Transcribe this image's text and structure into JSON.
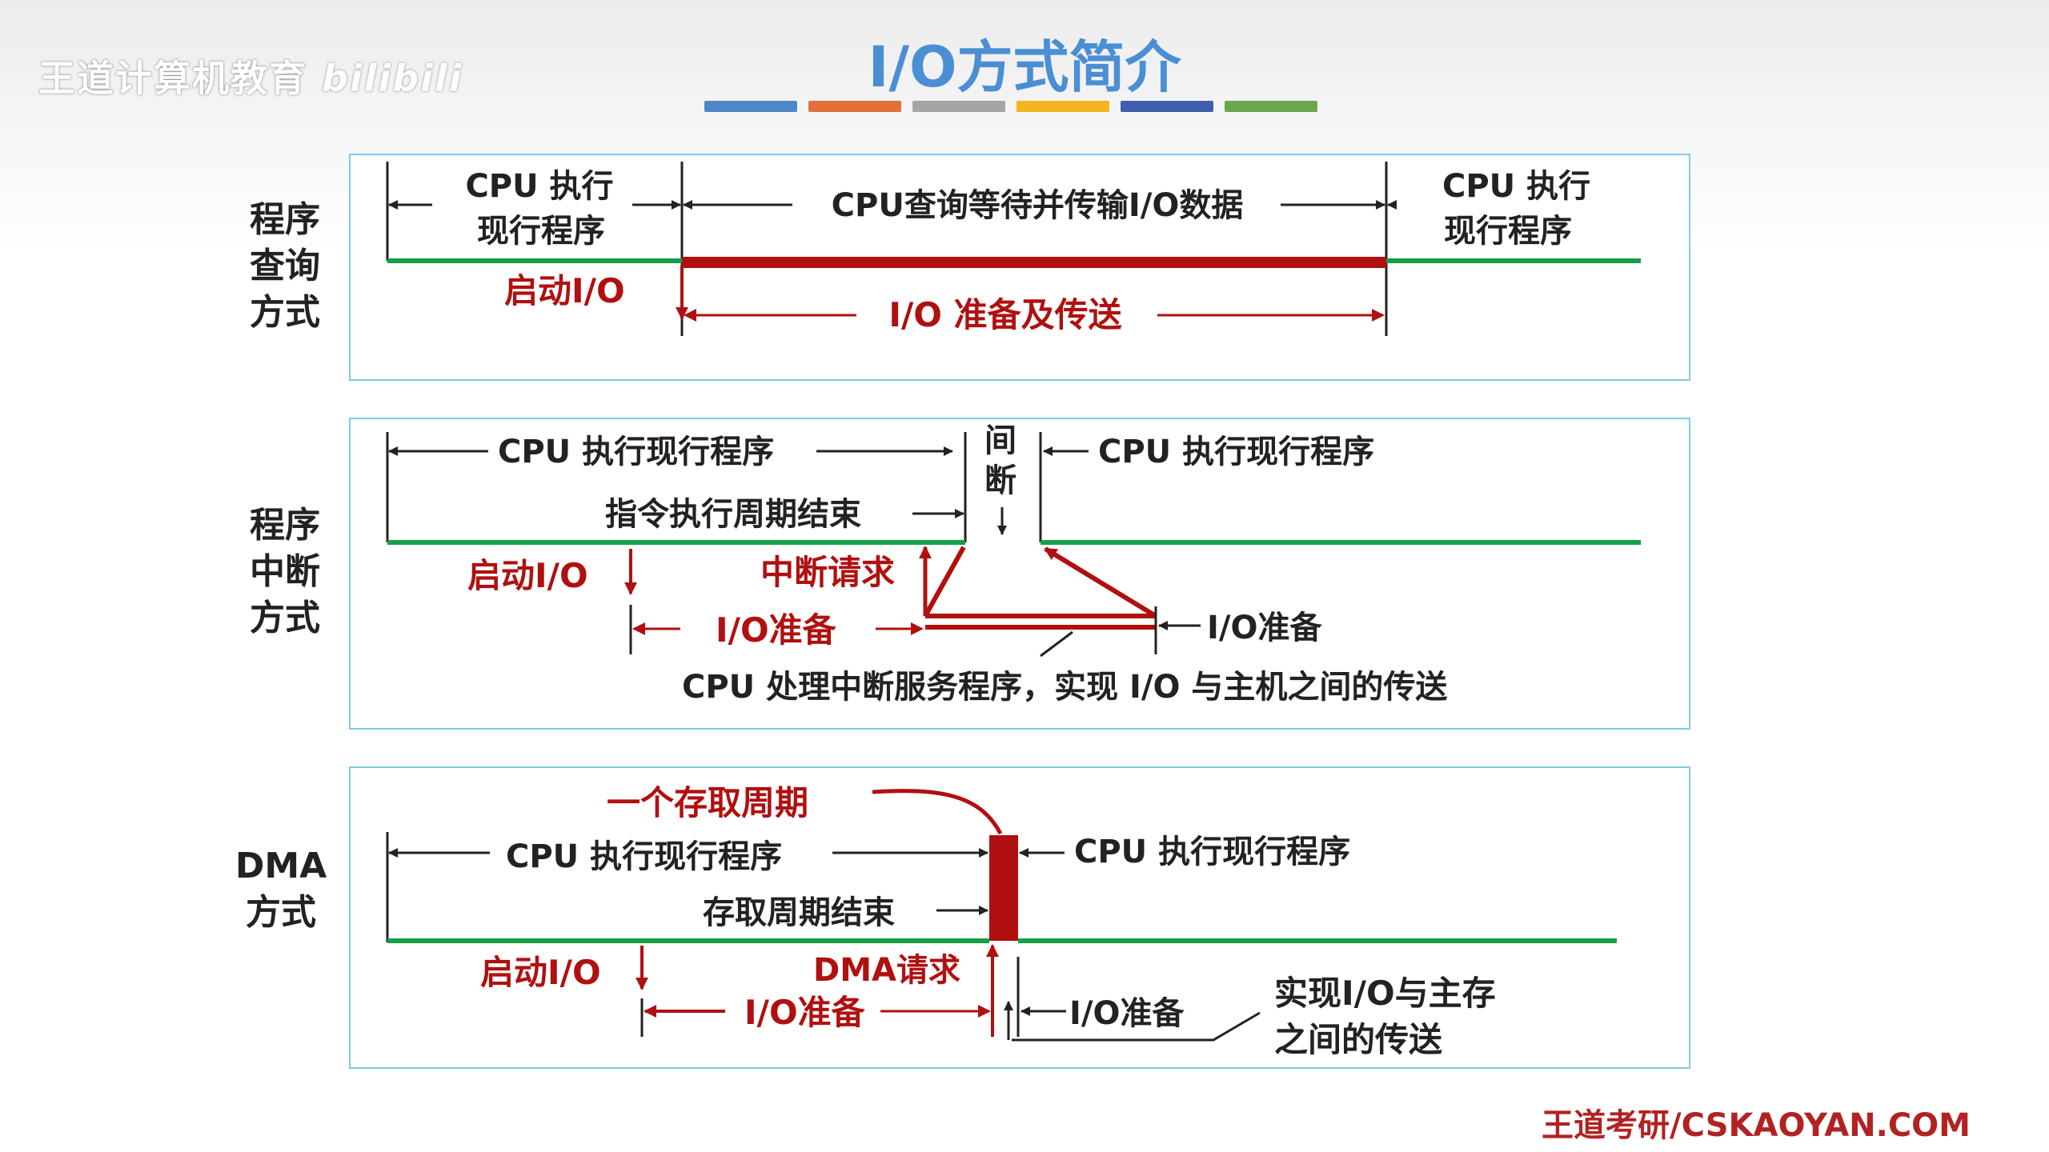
{
  "watermark": {
    "org": "王道计算机教育",
    "site": "bilibili"
  },
  "title": "I/O方式简介",
  "stripe_colors": [
    "#4f86c6",
    "#e2703a",
    "#a5a5a5",
    "#f5b520",
    "#3f5fae",
    "#6aa84f"
  ],
  "colors": {
    "cpu_line": "#14a04a",
    "io_red": "#b01010",
    "text": "#222222",
    "border": "#7fcbe6"
  },
  "sections": {
    "program_query": {
      "label": "程序查询方式",
      "label_lines": [
        "程序",
        "查询",
        "方式"
      ],
      "cpu_exec_left": [
        "CPU 执行",
        "现行程序"
      ],
      "cpu_query": "CPU查询等待并传输I/O数据",
      "cpu_exec_right": [
        "CPU  执行",
        "现行程序"
      ],
      "start_io": "启动I/O",
      "io_prepare_transfer": "I/O 准备及传送"
    },
    "interrupt": {
      "label": "程序中断方式",
      "label_lines": [
        "程序",
        "中断",
        "方式"
      ],
      "cpu_exec_left": "CPU  执行现行程序",
      "instr_cycle_end": "指令执行周期结束",
      "gap_chars": [
        "间",
        "断"
      ],
      "cpu_exec_right": "CPU  执行现行程序",
      "start_io": "启动I/O",
      "interrupt_request": "中断请求",
      "io_prepare_left": "I/O准备",
      "io_prepare_right": "I/O准备",
      "cpu_isr": "CPU 处理中断服务程序，实现 I/O 与主机之间的传送"
    },
    "dma": {
      "label": "DMA方式",
      "label_lines": [
        "DMA",
        "方式"
      ],
      "access_cycle": "一个存取周期",
      "cpu_exec_left": "CPU  执行现行程序",
      "cpu_exec_right": "CPU  执行现行程序",
      "access_cycle_end": "存取周期结束",
      "start_io": "启动I/O",
      "dma_request": "DMA请求",
      "io_prepare_left": "I/O准备",
      "io_prepare_right": "I/O准备",
      "transfer_note": [
        "实现I/O与主存",
        "之间的传送"
      ]
    }
  },
  "footer": "王道考研/CSKAOYAN.COM"
}
